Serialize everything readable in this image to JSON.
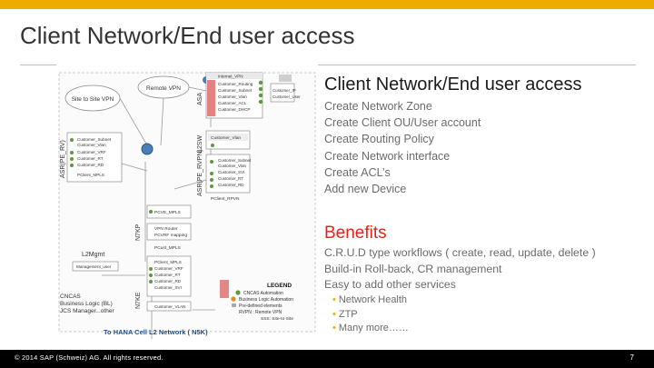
{
  "header": {
    "title": "Client Network/End user access"
  },
  "diagram": {
    "site_to_site": "Site to Site VPN",
    "remote_vpn": "Remote VPN",
    "asa": "ASA",
    "internet_box": [
      "Internet_VPN",
      "Customer_Routing",
      "Customer_Subnet",
      "Customer_Vlan",
      "Customer_ACL",
      "Customer_DHCP"
    ],
    "customer_user": [
      "Customer_IP",
      "Customer_User"
    ],
    "l2sw": "L2SW",
    "customer_vlan_box": "Customer_Vlan",
    "asr_rvpn": "ASR(PE_RVPN)",
    "rvpn_box": [
      "Customer_Subnet",
      "Customer_Vlan",
      "Customer_SVI",
      "Customer_RT",
      "Customer_RD"
    ],
    "pclient_rvpn": "PClient_RPVN",
    "left_box": [
      "Customer_Subnet",
      "Customer_Vlan",
      "Customer_VRF",
      "Customer_RT",
      "Customer_RD",
      "PClient_MPLS"
    ],
    "asr_pe": "ASR(PE_RV)",
    "n7k": "N7KP",
    "n7k_box": [
      "PCVE_MPLS"
    ],
    "vpn_stack": [
      "VPN Router",
      "PCVRF mapping"
    ],
    "pcust_mpls": "PCust_MPLS",
    "l2mgmt": "L2Mgmt",
    "mgmt_user": "Management_user",
    "n7ke": "N7KE",
    "pclient_box": [
      "PClient_MPLS",
      "Customer_VRF",
      "Customer_RT",
      "Customer_RD",
      "Customer_SVI"
    ],
    "customer_vlan2": "Customer_VLAN",
    "legend_title": "LEGEND",
    "legend": [
      "CNCAS Automation",
      "Business Logic Automation",
      "Pre-defined elements",
      "RVPN : Remote VPN",
      "SSS: Site-to-Site"
    ],
    "stack_left": [
      "CNCAS",
      "Business Logic (BL)",
      "JCS Manager...other"
    ],
    "bottom_label": "To HANA Cell L2 Network ( N5K)"
  },
  "content": {
    "title": "Client Network/End user access",
    "items": [
      "Create Network Zone",
      "Create Client OU/User account",
      "Create Routing Policy",
      "Create Network interface",
      "Create ACL’s",
      "Add new Device"
    ],
    "benefits_title": "Benefits",
    "benefits": [
      "C.R.U.D type workflows ( create, read, update, delete )",
      "Build-in Roll-back, CR management",
      "Easy to add other services"
    ],
    "sub_benefits": [
      "Network Health",
      "ZTP",
      "Many more……"
    ]
  },
  "footer": {
    "copyright": "© 2014 SAP (Schweiz) AG. All rights reserved.",
    "page": "7"
  },
  "colors": {
    "accent": "#f0ab00",
    "red": "#e2231a",
    "green": "#5b9a3c",
    "gray": "#6b6b6b"
  }
}
